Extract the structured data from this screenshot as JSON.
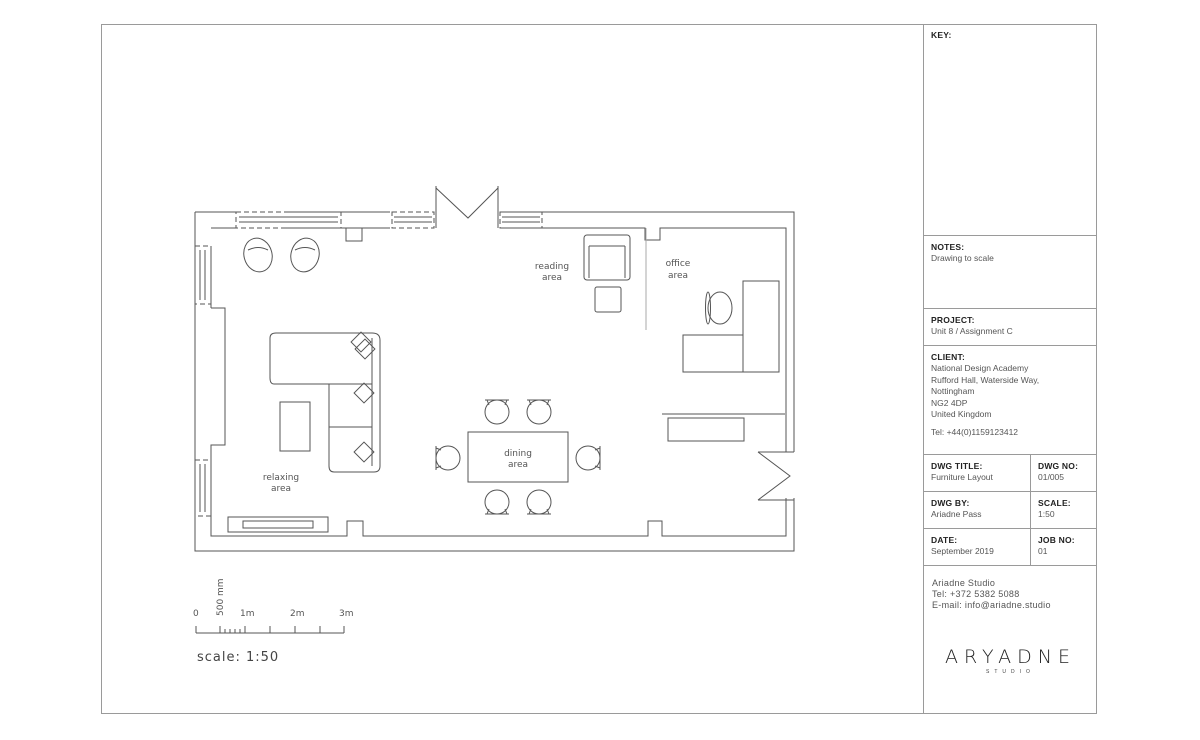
{
  "title_block": {
    "key": {
      "label": "KEY:"
    },
    "notes": {
      "label": "NOTES:",
      "value": "Drawing to scale"
    },
    "project": {
      "label": "PROJECT:",
      "value": "Unit 8 / Assignment C"
    },
    "client": {
      "label": "CLIENT:",
      "lines": [
        "National Design Academy",
        "Rufford Hall, Waterside Way,",
        "Nottingham",
        "NG2 4DP",
        "United Kingdom"
      ],
      "tel": "Tel: +44(0)1159123412"
    },
    "dwg_title": {
      "label": "DWG TITLE:",
      "value": "Furniture Layout"
    },
    "dwg_no": {
      "label": "DWG NO:",
      "value": "01/005"
    },
    "dwg_by": {
      "label": "DWG BY:",
      "value": "Ariadne Pass"
    },
    "scale": {
      "label": "SCALE:",
      "value": "1:50"
    },
    "date": {
      "label": "DATE:",
      "value": "September 2019"
    },
    "job_no": {
      "label": "JOB NO:",
      "value": "01"
    },
    "studio": {
      "name": "Ariadne Studio",
      "tel": "Tel:  +372 5382 5088",
      "email": "E-mail:  info@ariadne.studio"
    },
    "logo": {
      "main": "ARYADNE",
      "sub": "STUDIO"
    }
  },
  "plan": {
    "areas": {
      "reading": [
        "reading",
        "area"
      ],
      "office": [
        "office",
        "area"
      ],
      "dining": [
        "dining",
        "area"
      ],
      "relaxing": [
        "relaxing",
        "area"
      ]
    }
  },
  "scale_bar": {
    "ticks": [
      "0",
      "500 mm",
      "1m",
      "2m",
      "3m"
    ],
    "label": "scale:   1:50"
  },
  "colors": {
    "line": "#555555",
    "frame": "#9a9a9a",
    "text": "#333333"
  }
}
